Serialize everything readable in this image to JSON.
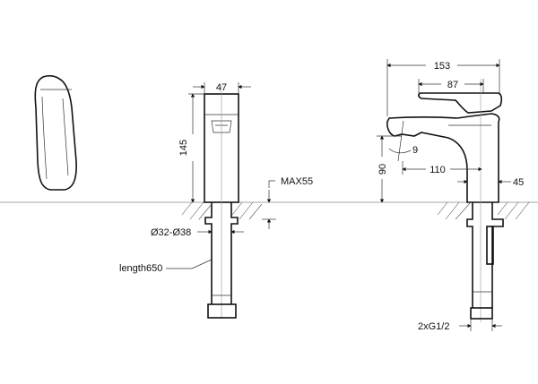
{
  "dimensions": {
    "front_width": "47",
    "front_height": "145",
    "max_deck_thickness": "MAX55",
    "hole_diameter": "Ø32-Ø38",
    "hose_length": "length650",
    "total_depth": "153",
    "lever_length": "87",
    "spout_angle": "9",
    "spout_height": "90",
    "spout_reach": "110",
    "body_diameter": "45",
    "connection": "2xG1/2"
  }
}
